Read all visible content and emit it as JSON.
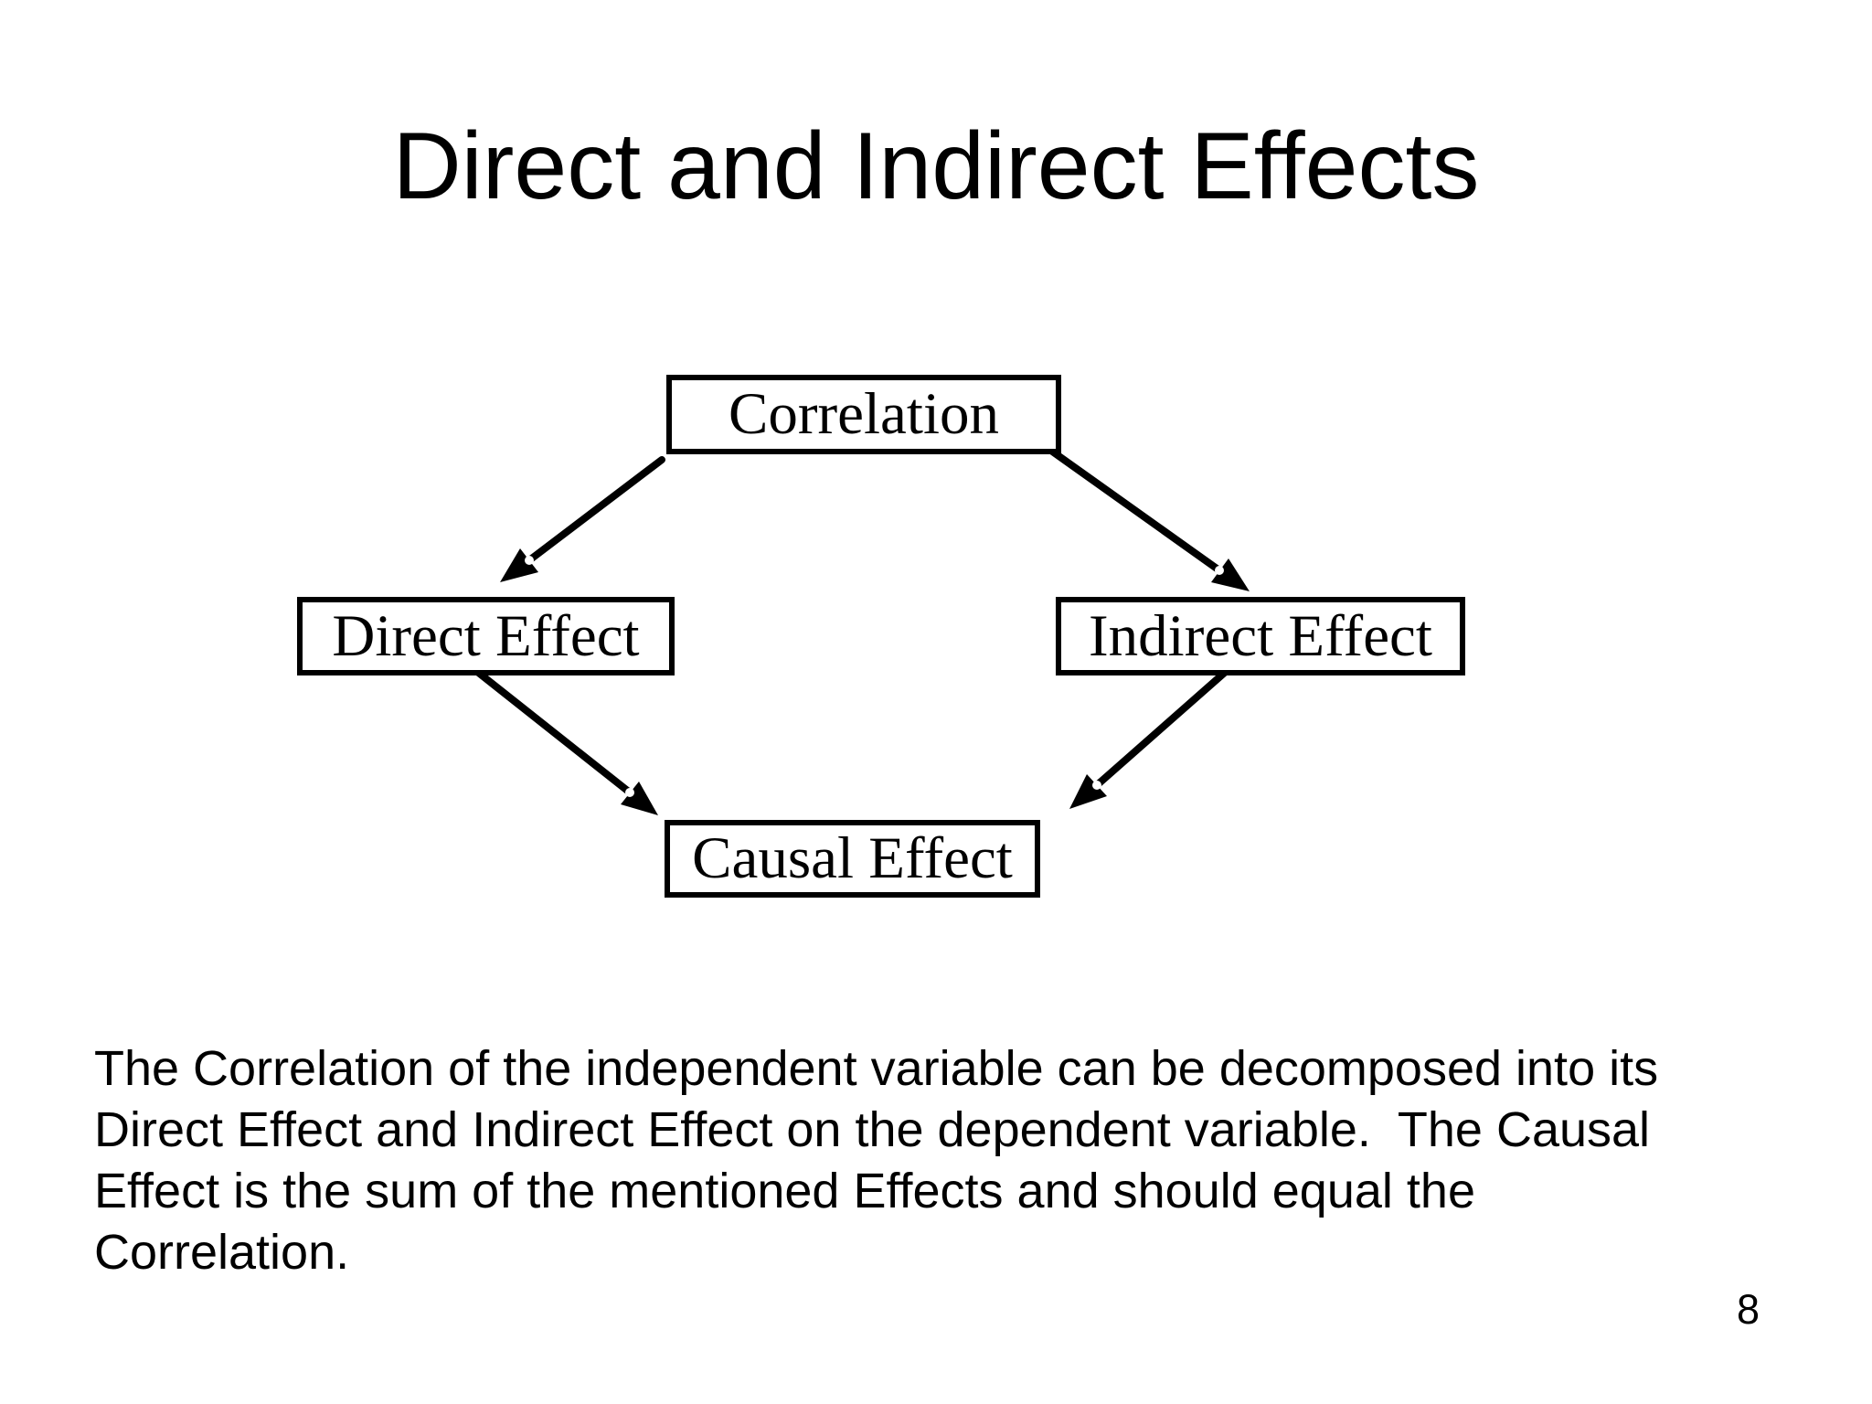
{
  "slide": {
    "title": "Direct and Indirect Effects",
    "page_number": "8",
    "background_color": "#ffffff",
    "text_color": "#000000"
  },
  "diagram": {
    "nodes": [
      {
        "id": "correlation",
        "label": "Correlation"
      },
      {
        "id": "direct-effect",
        "label": "Direct Effect"
      },
      {
        "id": "indirect-effect",
        "label": "Indirect Effect"
      },
      {
        "id": "causal-effect",
        "label": "Causal Effect"
      }
    ],
    "edges": [
      {
        "from": "correlation",
        "to": "direct-effect"
      },
      {
        "from": "correlation",
        "to": "indirect-effect"
      },
      {
        "from": "direct-effect",
        "to": "causal-effect"
      },
      {
        "from": "indirect-effect",
        "to": "causal-effect"
      }
    ],
    "arrow_color": "#000000"
  },
  "body_text": {
    "lines": [
      "The Correlation of the independent variable can be decomposed into its",
      "Direct Effect and Indirect Effect on the dependent variable.  The Causal",
      "Effect is the sum of the mentioned Effects and should equal the",
      "Correlation."
    ]
  }
}
